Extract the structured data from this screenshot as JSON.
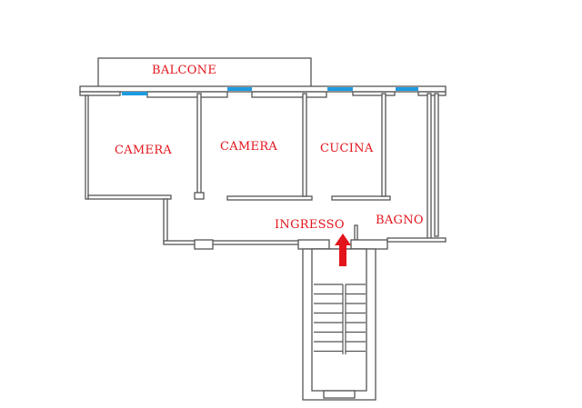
{
  "rooms": {
    "balcone": "BALCONE",
    "camera_1": "CAMERA",
    "camera_2": "CAMERA",
    "cucina": "CUCINA",
    "ingresso": "INGRESSO",
    "bagno": "BAGNO"
  },
  "colors": {
    "label": "#e2141c",
    "window": "#1e9be0",
    "wall": "#555555",
    "entrance_arrow": "#e2141c"
  }
}
